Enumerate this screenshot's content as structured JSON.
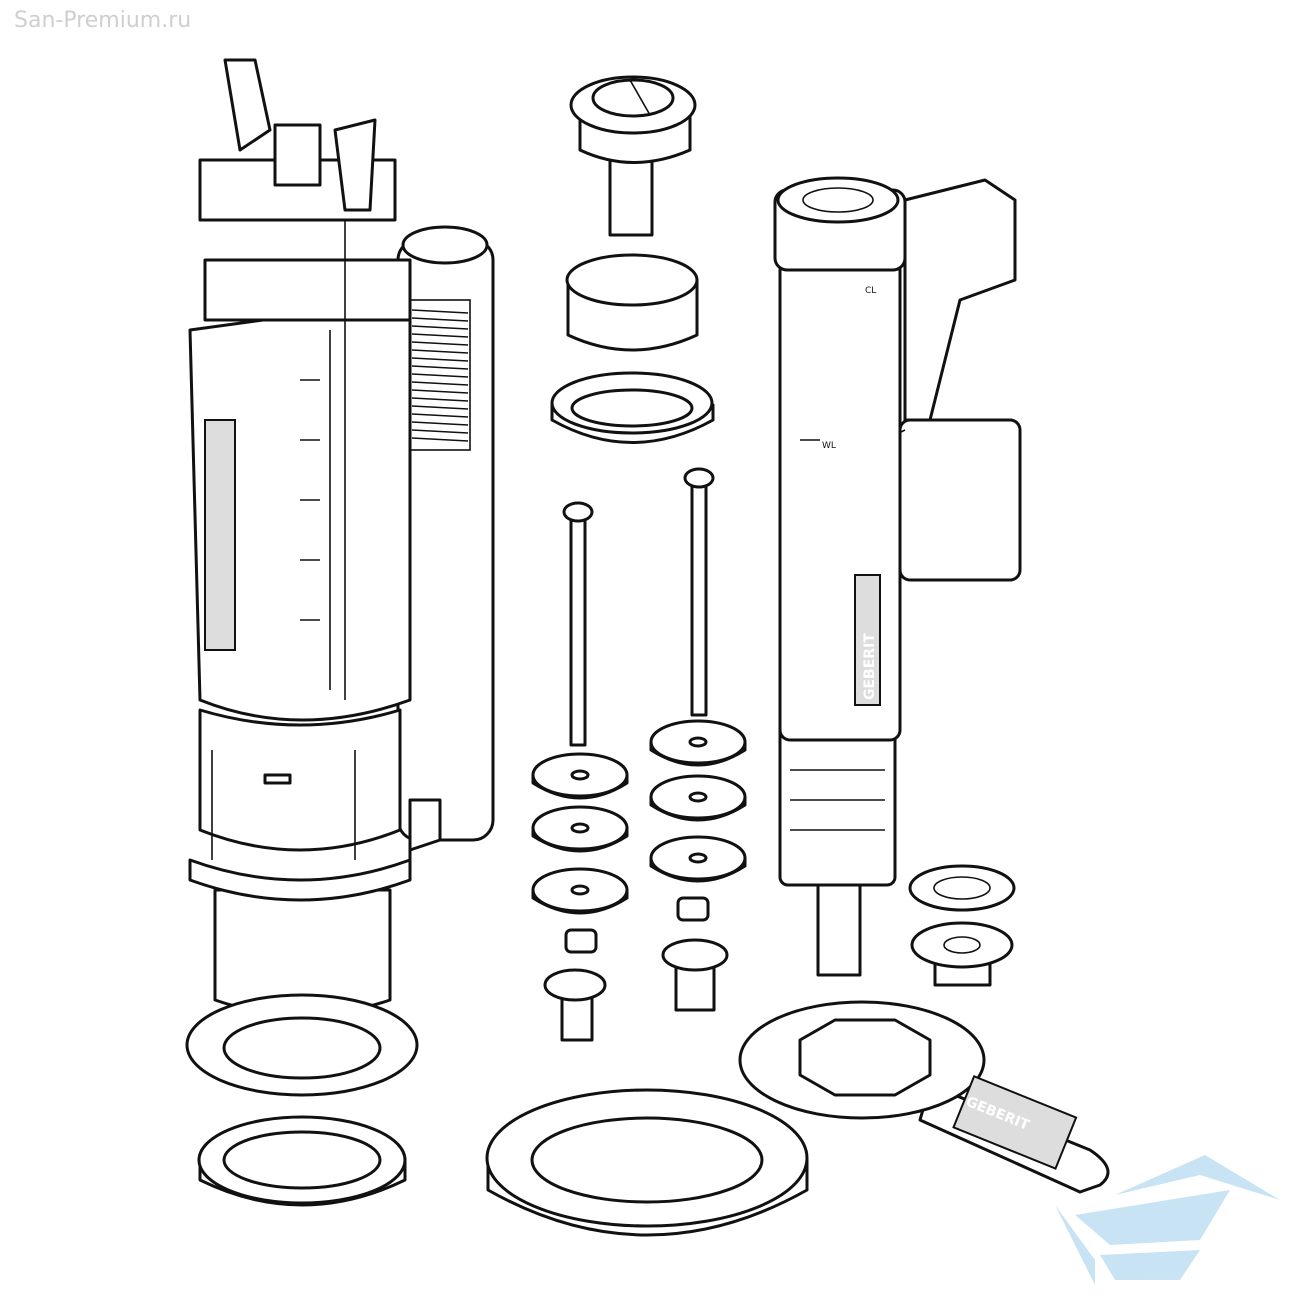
{
  "watermark": {
    "text": "San-Premium.ru",
    "logo_color": "#bfdff2"
  },
  "fill_valve": {
    "marks": [
      "CL",
      "WL"
    ],
    "brand": "GEBERIT"
  },
  "wrench": {
    "brand": "GEBERIT"
  },
  "line_color": "#111111"
}
